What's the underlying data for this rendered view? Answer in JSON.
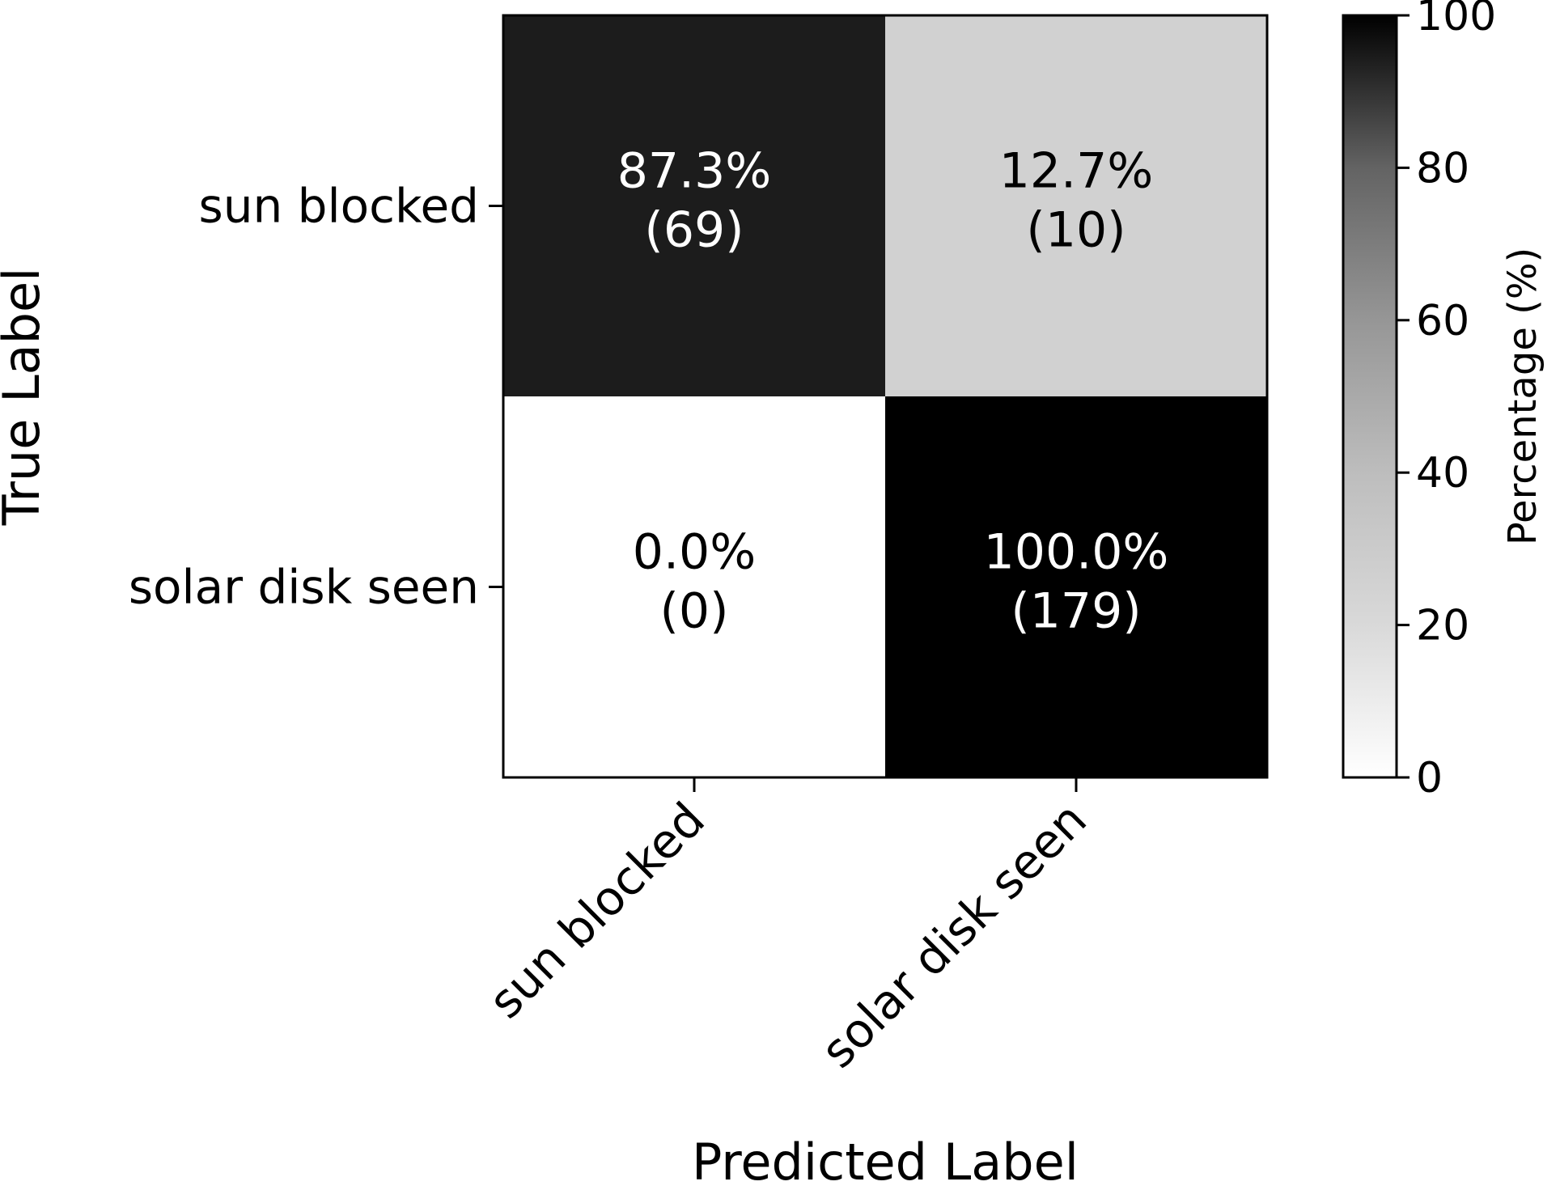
{
  "chart_data": {
    "type": "heatmap",
    "xlabel": "Predicted Label",
    "ylabel": "True Label",
    "x_categories": [
      "sun blocked",
      "solar disk seen"
    ],
    "y_categories": [
      "sun blocked",
      "solar disk seen"
    ],
    "values": [
      [
        87.3,
        12.7
      ],
      [
        0.0,
        100.0
      ]
    ],
    "counts": [
      [
        69,
        10
      ],
      [
        0,
        179
      ]
    ],
    "cell_labels": [
      [
        {
          "percent": "87.3%",
          "count": "(69)"
        },
        {
          "percent": "12.7%",
          "count": "(10)"
        }
      ],
      [
        {
          "percent": "0.0%",
          "count": "(0)"
        },
        {
          "percent": "100.0%",
          "count": "(179)"
        }
      ]
    ],
    "colormap": "Greys",
    "colorbar": {
      "label": "Percentage (%)",
      "range": [
        0,
        100
      ],
      "ticks": [
        0,
        20,
        40,
        60,
        80,
        100
      ]
    },
    "colors": {
      "low": "#ffffff",
      "high": "#000000",
      "text_on_dark": "#ffffff",
      "text_on_light": "#000000"
    }
  }
}
